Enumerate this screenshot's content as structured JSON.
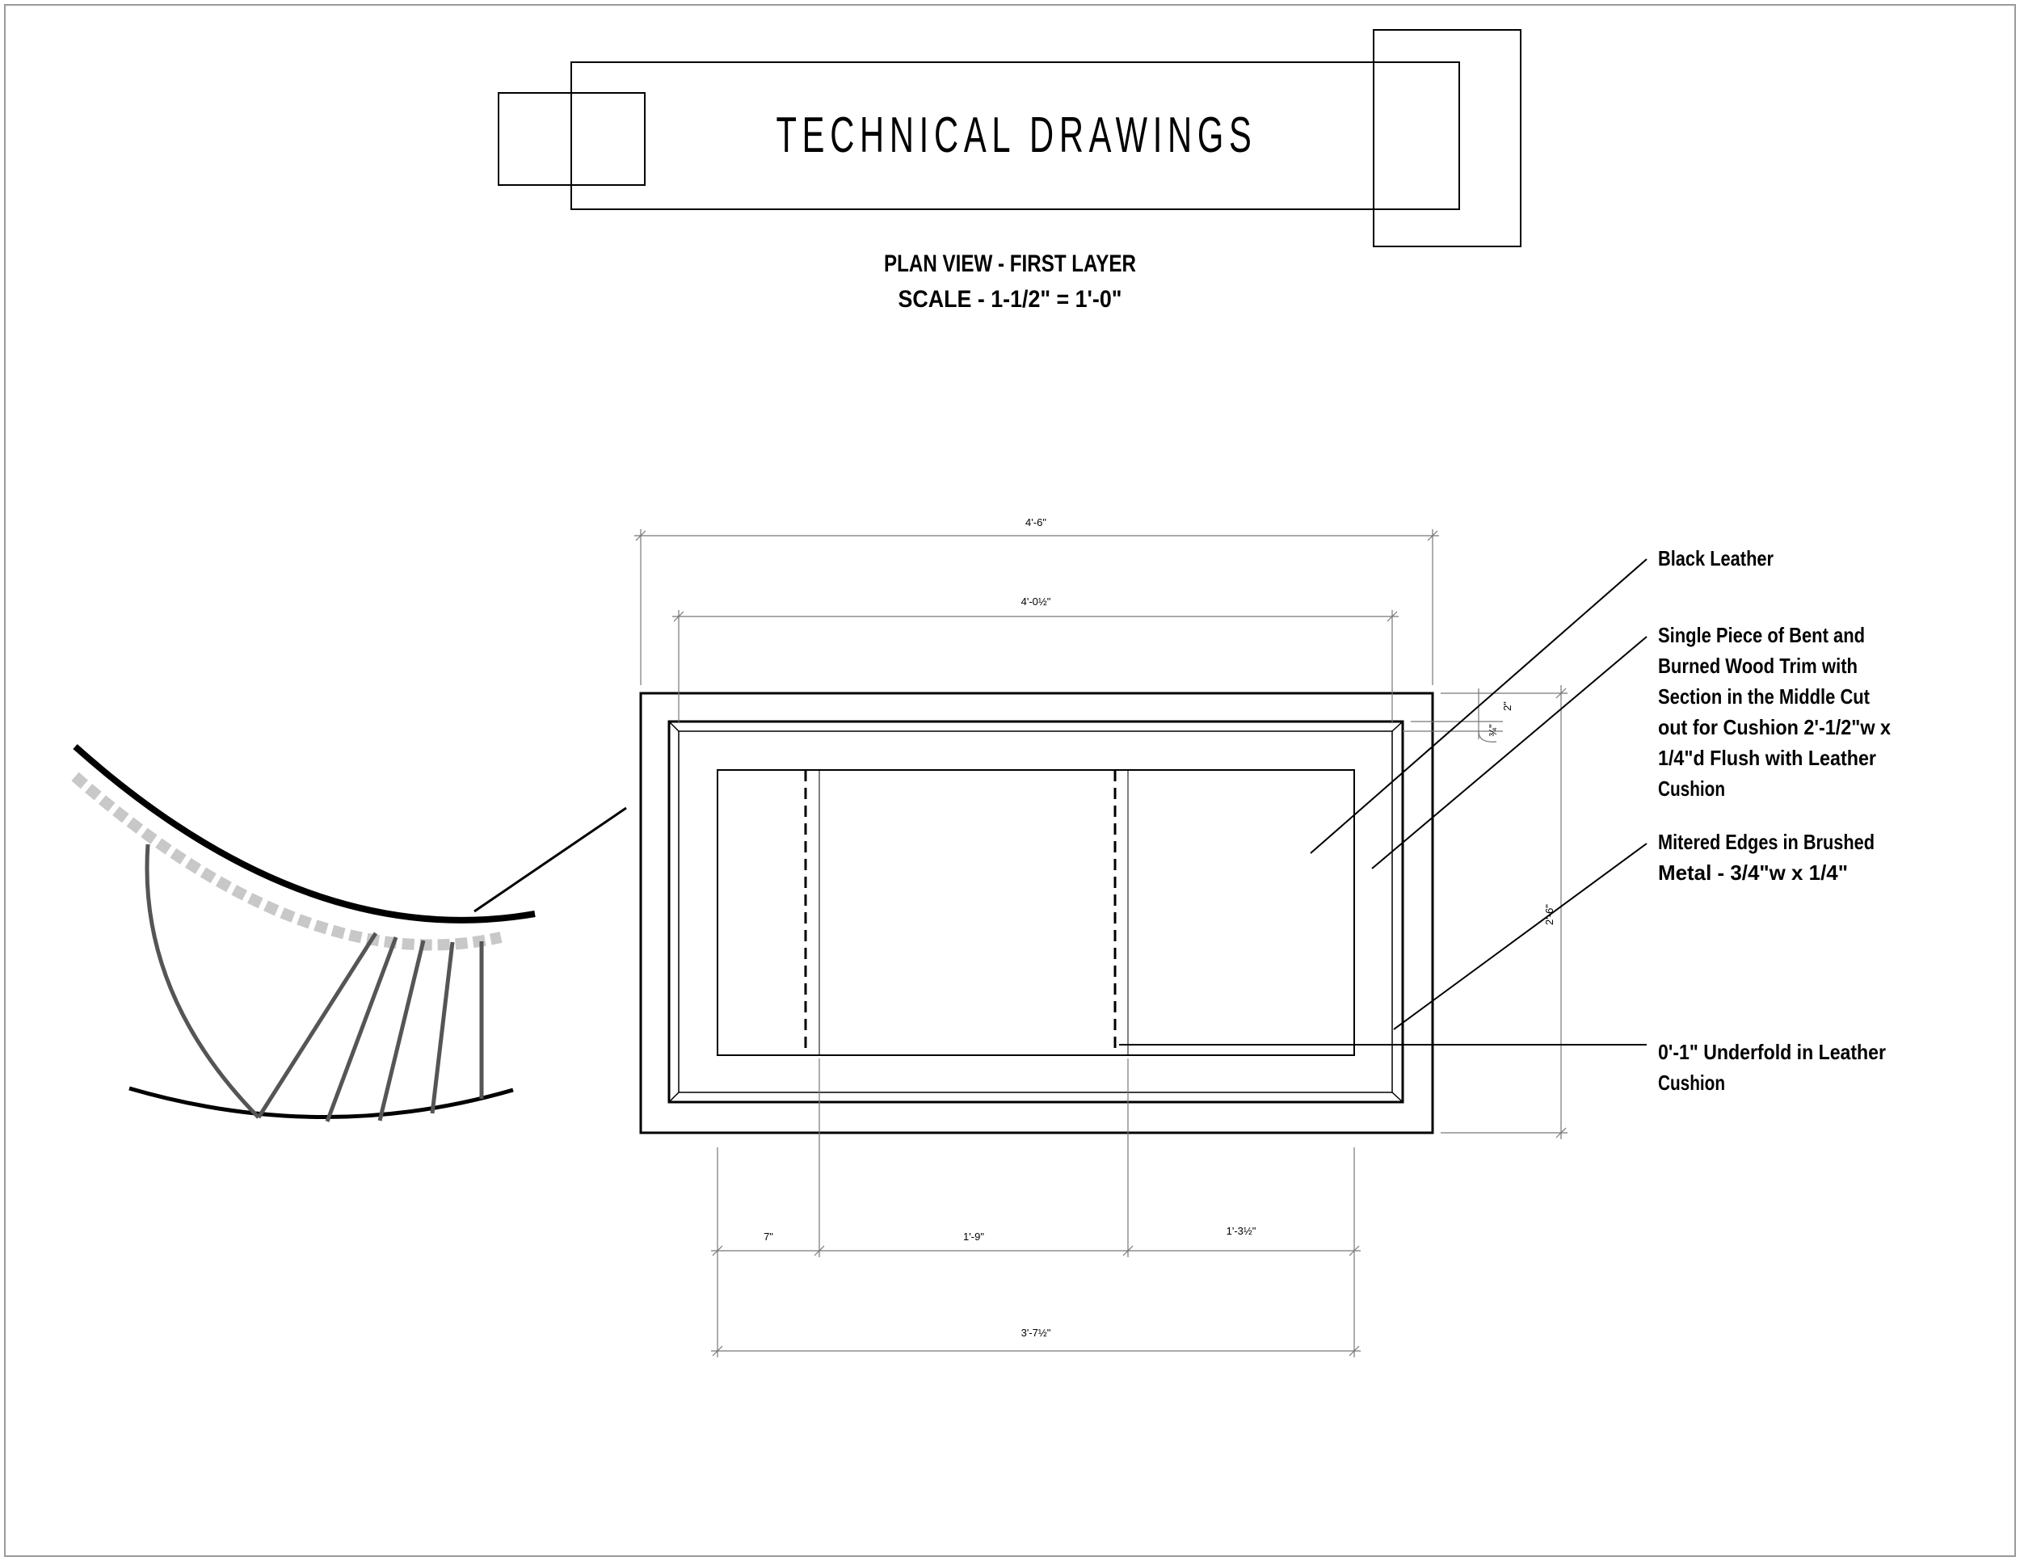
{
  "title": "TECHNICAL DRAWINGS",
  "view_name": "PLAN VIEW - FIRST LAYER",
  "scale": "SCALE - 1-1/2\" = 1'-0\"",
  "dimensions": {
    "overall_width": "4'-6\"",
    "inner_width": "4'-0½\"",
    "overall_depth": "2'-6\"",
    "edge_trim": "2\"",
    "edge_offset": "¾\"",
    "segment_left": "7\"",
    "segment_middle": "1'-9\"",
    "segment_right": "1'-3½\"",
    "cushion_width": "3'-7½\""
  },
  "notes": {
    "black_leather": [
      "Black Leather"
    ],
    "wood_trim": [
      "Single Piece of Bent and",
      "Burned Wood Trim with",
      "Section in the Middle Cut",
      "out for Cushion 2'-1/2\"w x",
      "1/4\"d Flush with Leather",
      "Cushion"
    ],
    "mitered_edges": [
      "Mitered Edges in Brushed",
      "Metal - 3/4\"w x 1/4\""
    ],
    "underfold": [
      "0'-1\" Underfold in Leather",
      "Cushion"
    ]
  },
  "colors": {
    "line": "#000000",
    "slat": "#888888",
    "hatch": "#c8c8c8",
    "border": "#9a9a9a"
  }
}
